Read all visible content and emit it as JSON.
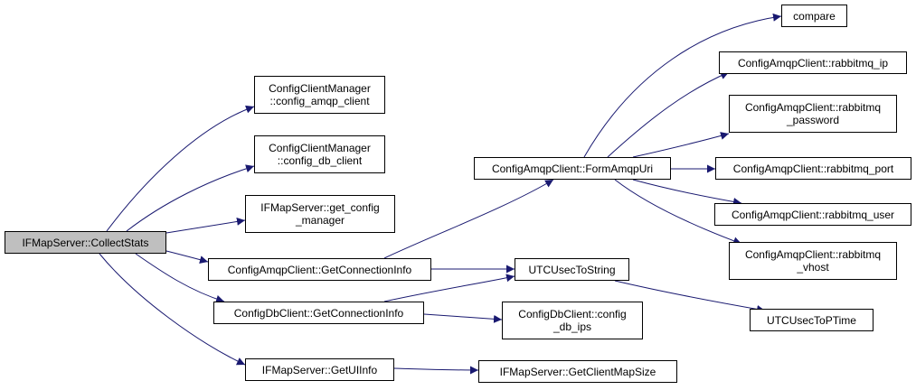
{
  "diagram": {
    "colors": {
      "edge": "#191970",
      "root_fill": "#bfbfbf",
      "node_fill": "#ffffff",
      "border": "#000000"
    },
    "nodes": {
      "collect_stats": {
        "line1": "IFMapServer::CollectStats",
        "line2": ""
      },
      "config_amqp_client": {
        "line1": "ConfigClientManager",
        "line2": "::config_amqp_client"
      },
      "config_db_client": {
        "line1": "ConfigClientManager",
        "line2": "::config_db_client"
      },
      "get_config_manager": {
        "line1": "IFMapServer::get_config",
        "line2": "_manager"
      },
      "amqp_get_conn_info": {
        "line1": "ConfigAmqpClient::GetConnectionInfo",
        "line2": ""
      },
      "db_get_conn_info": {
        "line1": "ConfigDbClient::GetConnectionInfo",
        "line2": ""
      },
      "get_ui_info": {
        "line1": "IFMapServer::GetUIInfo",
        "line2": ""
      },
      "form_amqp_uri": {
        "line1": "ConfigAmqpClient::FormAmqpUri",
        "line2": ""
      },
      "utc_usec_to_string": {
        "line1": "UTCUsecToString",
        "line2": ""
      },
      "config_db_ips": {
        "line1": "ConfigDbClient::config",
        "line2": "_db_ips"
      },
      "get_client_map_size": {
        "line1": "IFMapServer::GetClientMapSize",
        "line2": ""
      },
      "compare": {
        "line1": "compare",
        "line2": ""
      },
      "rabbitmq_ip": {
        "line1": "ConfigAmqpClient::rabbitmq_ip",
        "line2": ""
      },
      "rabbitmq_password": {
        "line1": "ConfigAmqpClient::rabbitmq",
        "line2": "_password"
      },
      "rabbitmq_port": {
        "line1": "ConfigAmqpClient::rabbitmq_port",
        "line2": ""
      },
      "rabbitmq_user": {
        "line1": "ConfigAmqpClient::rabbitmq_user",
        "line2": ""
      },
      "rabbitmq_vhost": {
        "line1": "ConfigAmqpClient::rabbitmq",
        "line2": "_vhost"
      },
      "utc_usec_to_ptime": {
        "line1": "UTCUsecToPTime",
        "line2": ""
      }
    }
  }
}
